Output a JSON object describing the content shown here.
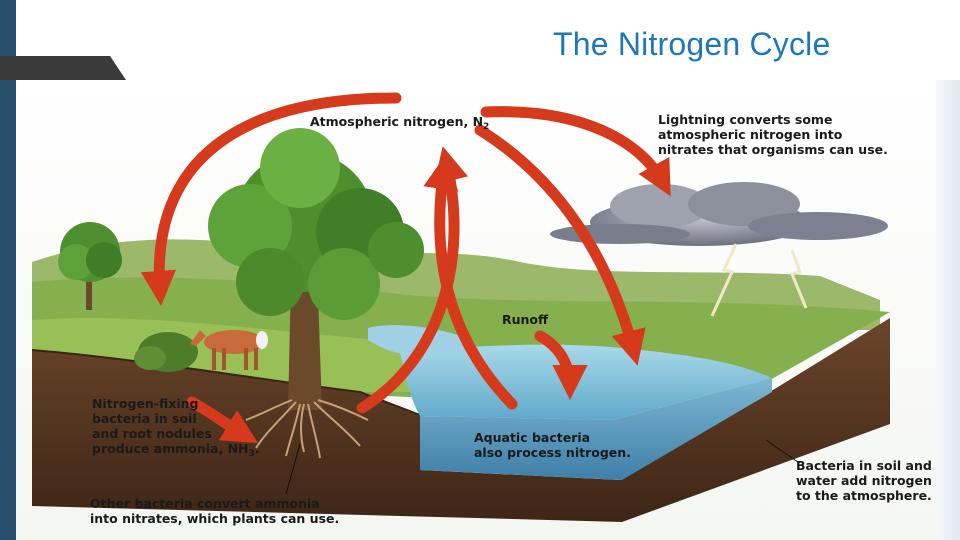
{
  "slide": {
    "title": "The Nitrogen Cycle"
  },
  "diagram": {
    "labels": {
      "atmospheric": "Atmospheric nitrogen, N",
      "atmospheric_sub": "2",
      "lightning": "Lightning converts some\natmospheric nitrogen into\nnitrates that organisms can use.",
      "runoff": "Runoff",
      "fixing": "Nitrogen-fixing\nbacteria in soil\nand root nodules\nproduce ammonia, NH",
      "fixing_sub": "3",
      "fixing_end": ".",
      "aquatic": "Aquatic bacteria\nalso process nitrogen.",
      "other": "Other bacteria convert ammonia\ninto nitrates, which plants can use.",
      "bacteria_soil": "Bacteria in soil and\nwater add nitrogen\nto the atmosphere."
    },
    "colors": {
      "arrow": "#d63a1c",
      "water": "#7ec3dd",
      "soil": "#5b3a24",
      "grass": "#7ea94a",
      "cloud": "#8a8d9c",
      "title": "#1f77b8",
      "frame": "#254f6b"
    }
  }
}
